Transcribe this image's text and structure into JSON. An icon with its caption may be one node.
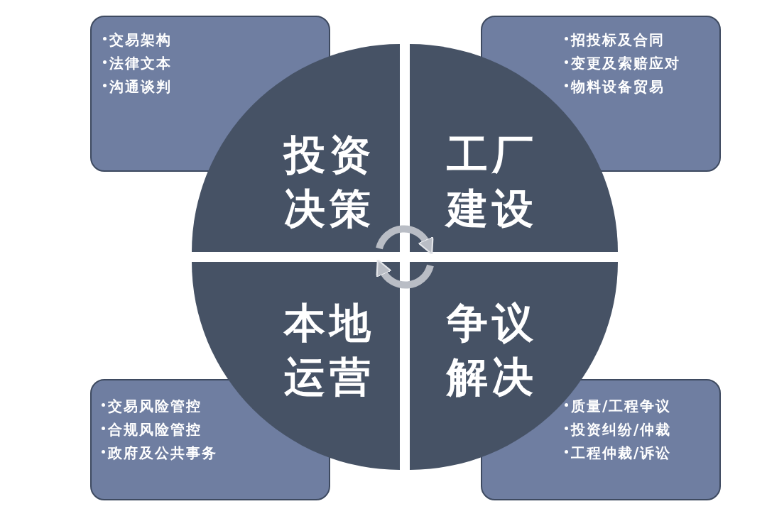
{
  "diagram": {
    "nodes": [
      {
        "text": [
          "交易架构",
          "法律文本",
          "沟通谈判"
        ]
      },
      {
        "text": [
          "招投标及合同",
          "变更及索赔应对",
          "物料设备贸易"
        ]
      },
      {
        "text": [
          "投资决策"
        ]
      },
      {
        "text": [
          "工厂建设"
        ]
      },
      {
        "text": [
          "本地运营"
        ]
      },
      {
        "text": [
          "争议解决"
        ]
      },
      {
        "text": [
          "交易风险管控",
          "合规风险管控",
          "政府及公共事务"
        ]
      },
      {
        "text": [
          "质量/工程争议",
          "投资纠纷/仲裁",
          "工程仲裁/诉讼"
        ]
      }
    ],
    "edges": [
      {
        "from": 2,
        "to": 3,
        "arrow": "to"
      },
      {
        "from": 5,
        "to": 4,
        "arrow": "to"
      }
    ]
  }
}
